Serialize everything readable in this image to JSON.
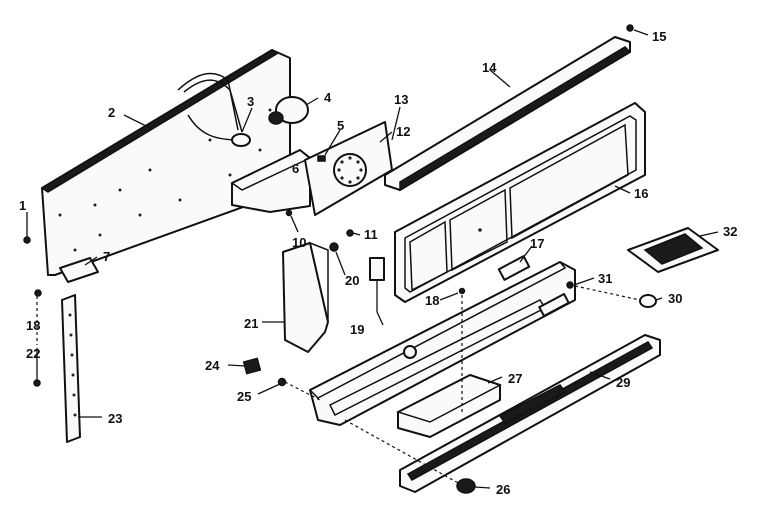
{
  "callouts": [
    {
      "id": "c1",
      "label": "1"
    },
    {
      "id": "c2",
      "label": "2"
    },
    {
      "id": "c3",
      "label": "3"
    },
    {
      "id": "c4",
      "label": "4"
    },
    {
      "id": "c5",
      "label": "5"
    },
    {
      "id": "c6",
      "label": "6"
    },
    {
      "id": "c7",
      "label": "7"
    },
    {
      "id": "c10",
      "label": "10"
    },
    {
      "id": "c11",
      "label": "11"
    },
    {
      "id": "c12",
      "label": "12"
    },
    {
      "id": "c13",
      "label": "13"
    },
    {
      "id": "c14",
      "label": "14"
    },
    {
      "id": "c15",
      "label": "15"
    },
    {
      "id": "c16",
      "label": "16"
    },
    {
      "id": "c17",
      "label": "17"
    },
    {
      "id": "c18a",
      "label": "18"
    },
    {
      "id": "c18b",
      "label": "18"
    },
    {
      "id": "c19",
      "label": "19"
    },
    {
      "id": "c20",
      "label": "20"
    },
    {
      "id": "c21",
      "label": "21"
    },
    {
      "id": "c22",
      "label": "22"
    },
    {
      "id": "c23",
      "label": "23"
    },
    {
      "id": "c24",
      "label": "24"
    },
    {
      "id": "c25",
      "label": "25"
    },
    {
      "id": "c26",
      "label": "26"
    },
    {
      "id": "c27",
      "label": "27"
    },
    {
      "id": "c29",
      "label": "29"
    },
    {
      "id": "c30",
      "label": "30"
    },
    {
      "id": "c31",
      "label": "31"
    },
    {
      "id": "c32",
      "label": "32"
    }
  ]
}
